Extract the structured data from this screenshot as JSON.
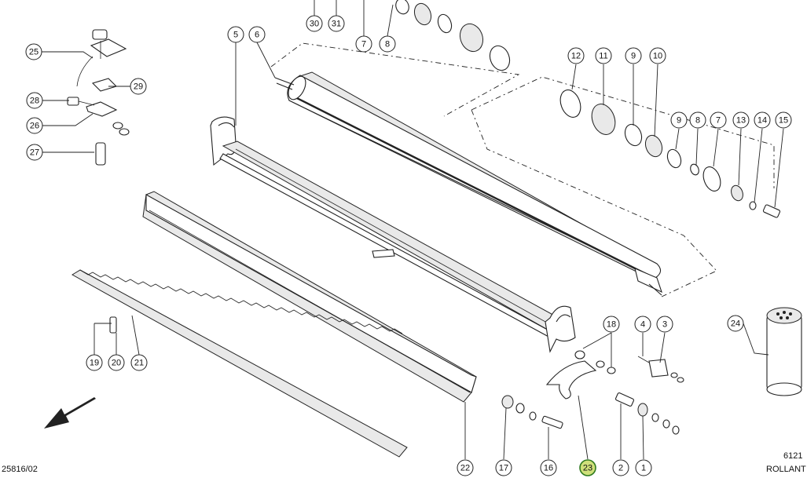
{
  "drawing": {
    "ref_bottom_left": "25816/02",
    "ref_right_top": "6121",
    "ref_right_bottom": "ROLLANT"
  },
  "callouts": [
    {
      "id": "c30",
      "label": "30"
    },
    {
      "id": "c31",
      "label": "31"
    },
    {
      "id": "c7a",
      "label": "7"
    },
    {
      "id": "c8a",
      "label": "8"
    },
    {
      "id": "c5",
      "label": "5"
    },
    {
      "id": "c6",
      "label": "6"
    },
    {
      "id": "c25",
      "label": "25"
    },
    {
      "id": "c29",
      "label": "29"
    },
    {
      "id": "c28",
      "label": "28"
    },
    {
      "id": "c26",
      "label": "26"
    },
    {
      "id": "c27",
      "label": "27"
    },
    {
      "id": "c12",
      "label": "12"
    },
    {
      "id": "c11",
      "label": "11"
    },
    {
      "id": "c9a",
      "label": "9"
    },
    {
      "id": "c10",
      "label": "10"
    },
    {
      "id": "c9b",
      "label": "9"
    },
    {
      "id": "c8b",
      "label": "8"
    },
    {
      "id": "c7b",
      "label": "7"
    },
    {
      "id": "c13",
      "label": "13"
    },
    {
      "id": "c14",
      "label": "14"
    },
    {
      "id": "c15",
      "label": "15"
    },
    {
      "id": "c18",
      "label": "18"
    },
    {
      "id": "c4",
      "label": "4"
    },
    {
      "id": "c3",
      "label": "3"
    },
    {
      "id": "c24",
      "label": "24"
    },
    {
      "id": "c19",
      "label": "19"
    },
    {
      "id": "c20",
      "label": "20"
    },
    {
      "id": "c21",
      "label": "21"
    },
    {
      "id": "c22",
      "label": "22"
    },
    {
      "id": "c17",
      "label": "17"
    },
    {
      "id": "c16",
      "label": "16"
    },
    {
      "id": "c23",
      "label": "23",
      "highlighted": true
    },
    {
      "id": "c2",
      "label": "2"
    },
    {
      "id": "c1",
      "label": "1"
    }
  ]
}
